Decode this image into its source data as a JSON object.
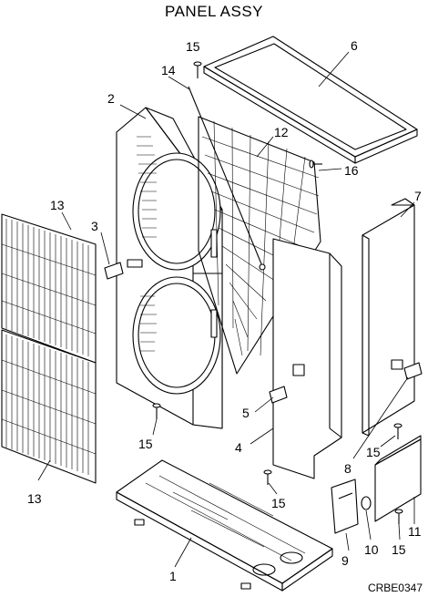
{
  "title": "PANEL ASSY",
  "drawing_code": "CRBE0347",
  "parts": [
    {
      "id": "base",
      "label": "1"
    },
    {
      "id": "front-panel",
      "label": "2"
    },
    {
      "id": "handle-left",
      "label": "3"
    },
    {
      "id": "side-panel-right",
      "label": "4"
    },
    {
      "id": "handle-side",
      "label": "5"
    },
    {
      "id": "top-cover",
      "label": "6"
    },
    {
      "id": "rear-panel",
      "label": "7"
    },
    {
      "id": "handle-rear",
      "label": "8"
    },
    {
      "id": "service-cover",
      "label": "9"
    },
    {
      "id": "grommet",
      "label": "10"
    },
    {
      "id": "service-panel",
      "label": "11"
    },
    {
      "id": "wire-guard",
      "label": "12"
    },
    {
      "id": "fan-grille-upper",
      "label": "13"
    },
    {
      "id": "fan-grille-lower",
      "label": "13"
    },
    {
      "id": "rod",
      "label": "14"
    },
    {
      "id": "screw-top",
      "label": "15"
    },
    {
      "id": "screw-front",
      "label": "15"
    },
    {
      "id": "screw-side",
      "label": "15"
    },
    {
      "id": "screw-rear",
      "label": "15"
    },
    {
      "id": "screw-service",
      "label": "15"
    },
    {
      "id": "screw-guard",
      "label": "16"
    }
  ]
}
